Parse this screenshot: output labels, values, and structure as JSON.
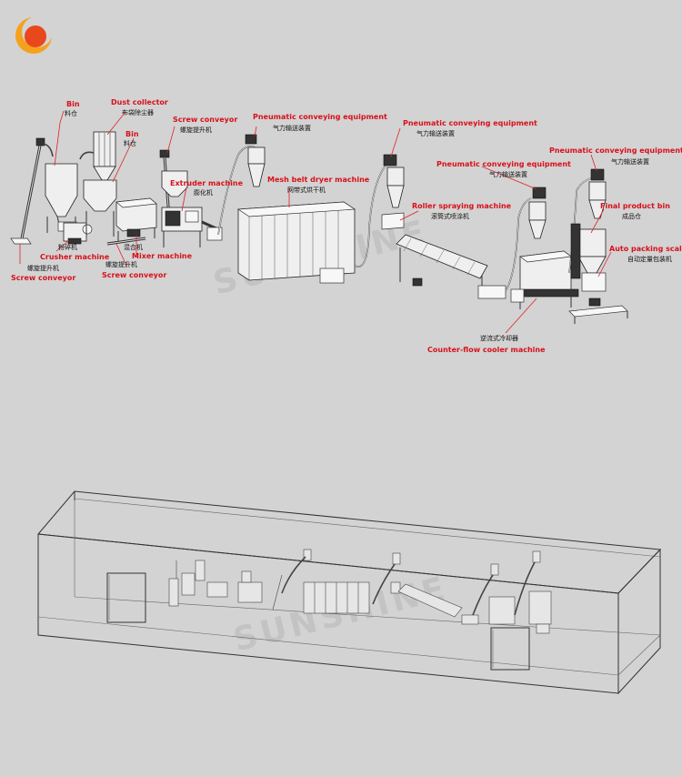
{
  "watermark": "SUNSHINE",
  "labels": [
    {
      "id": "bin1",
      "en": "Bin",
      "zh": "料仓"
    },
    {
      "id": "dust",
      "en": "Dust collector",
      "zh": "布袋除尘器"
    },
    {
      "id": "bin2",
      "en": "Bin",
      "zh": "料仓"
    },
    {
      "id": "screw_top",
      "en": "Screw conveyor",
      "zh": "螺旋提升机"
    },
    {
      "id": "pneu1",
      "en": "Pneumatic conveying equipment",
      "zh": "气力输送装置"
    },
    {
      "id": "pneu2",
      "en": "Pneumatic conveying equipment",
      "zh": "气力输送装置"
    },
    {
      "id": "pneu3",
      "en": "Pneumatic conveying equipment",
      "zh": "气力输送装置"
    },
    {
      "id": "pneu4",
      "en": "Pneumatic conveying equipment",
      "zh": "气力输送装置"
    },
    {
      "id": "extruder",
      "en": "Extruder machine",
      "zh": "膨化机"
    },
    {
      "id": "dryer",
      "en": "Mesh belt dryer machine",
      "zh": "网带式烘干机"
    },
    {
      "id": "roller",
      "en": "Roller spraying machine",
      "zh": "滚筒式喷涂机"
    },
    {
      "id": "final",
      "en": "Final product bin",
      "zh": "成品仓"
    },
    {
      "id": "packing",
      "en": "Auto packing scale",
      "zh": "自动定量包装机"
    },
    {
      "id": "crusher",
      "en": "Crusher machine",
      "zh": "粉碎机"
    },
    {
      "id": "screw_left",
      "en": "Screw conveyor",
      "zh": "螺旋提升机"
    },
    {
      "id": "mixer",
      "en": "Mixer machine",
      "zh": "混合机"
    },
    {
      "id": "screw_bottom",
      "en": "Screw conveyor",
      "zh": "螺旋提升机"
    },
    {
      "id": "cooler",
      "en": "Counter-flow cooler machine",
      "zh": "逆流式冷却器"
    }
  ],
  "colors": {
    "background": "#d3d3d3",
    "label_red": "#d8101a",
    "logo_orange": "#f4a21e",
    "logo_red": "#e8481c"
  }
}
